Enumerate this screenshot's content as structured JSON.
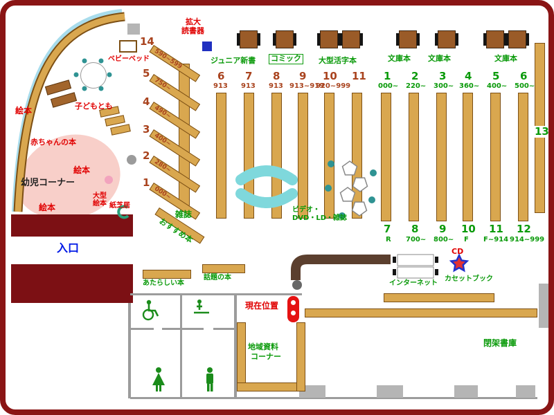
{
  "title": "library-floor-map",
  "colors": {
    "wall": "#8a1515",
    "shelf": "#d9a74f",
    "green": "#0a9a0a",
    "red": "#e00000",
    "maroon": "#a9431e",
    "cyan": "#7fd8dc",
    "pink": "#f8cfc9",
    "counter": "#5b3f2e"
  },
  "children_area": {
    "picture_books_1": "絵本",
    "picture_books_2": "絵本",
    "picture_books_3": "絵本",
    "baby_books": "赤ちゃんの本",
    "kodomo_tomo": "子どもとも",
    "infant_corner": "幼児コーナー",
    "baby_bed": "ベビーベッド",
    "large_picture_1": "大型",
    "large_picture_2": "絵本",
    "kamishibai": "紙芝居"
  },
  "diag_shelves": [
    {
      "num": "14",
      "range": "590~599"
    },
    {
      "num": "5",
      "range": "750~"
    },
    {
      "num": "4",
      "range": "490~"
    },
    {
      "num": "3",
      "range": "400~"
    },
    {
      "num": "2",
      "range": "280~"
    },
    {
      "num": "1",
      "range": "000~"
    }
  ],
  "recommended": "おすすめ本",
  "magazines": "雑誌",
  "top": {
    "magnifier_1": "拡大",
    "magnifier_2": "読書器",
    "junior_shinsho": "ジュニア新書",
    "comic": "コミック",
    "large_print": "大型活字本",
    "bunko_1": "文庫本",
    "bunko_2": "文庫本",
    "bunko_3": "文庫本"
  },
  "left_stacks": [
    {
      "num": "6",
      "range": "913"
    },
    {
      "num": "7",
      "range": "913"
    },
    {
      "num": "8",
      "range": "913"
    },
    {
      "num": "9",
      "range": "913~919"
    },
    {
      "num": "10",
      "range": "920~999"
    },
    {
      "num": "11",
      "range": ""
    }
  ],
  "right_stacks_top": [
    {
      "num": "1",
      "range": "000~"
    },
    {
      "num": "2",
      "range": "220~"
    },
    {
      "num": "3",
      "range": "300~"
    },
    {
      "num": "4",
      "range": "360~"
    },
    {
      "num": "5",
      "range": "400~"
    },
    {
      "num": "6",
      "range": "500~"
    }
  ],
  "right_stacks_bottom": [
    {
      "num": "7",
      "range": "R"
    },
    {
      "num": "8",
      "range": "700~"
    },
    {
      "num": "9",
      "range": "800~"
    },
    {
      "num": "10",
      "range": "F"
    },
    {
      "num": "11",
      "range": "F~914"
    },
    {
      "num": "12",
      "range": "914~999"
    }
  ],
  "wall_shelf": "13",
  "av_corner": {
    "line1": "ビデオ・",
    "line2": "DVD・LD・雑誌"
  },
  "entrance": "入口",
  "new_books": "あたらしい本",
  "topic_books": "話題の本",
  "current_position": "現在位置",
  "internet": "インターネット",
  "cd": "CD",
  "cassette_books": "カセットブック",
  "local_corner": {
    "line1": "地域資料",
    "line2": "コーナー"
  },
  "closed_stacks": "閉架書庫",
  "icons": {
    "wheelchair": "wheelchair-symbol",
    "baby_changing": "baby-changing-symbol",
    "womens_toilet": "woman-symbol",
    "mens_toilet": "man-symbol",
    "cd_star": "star",
    "current_marker": "you-are-here-pin"
  }
}
